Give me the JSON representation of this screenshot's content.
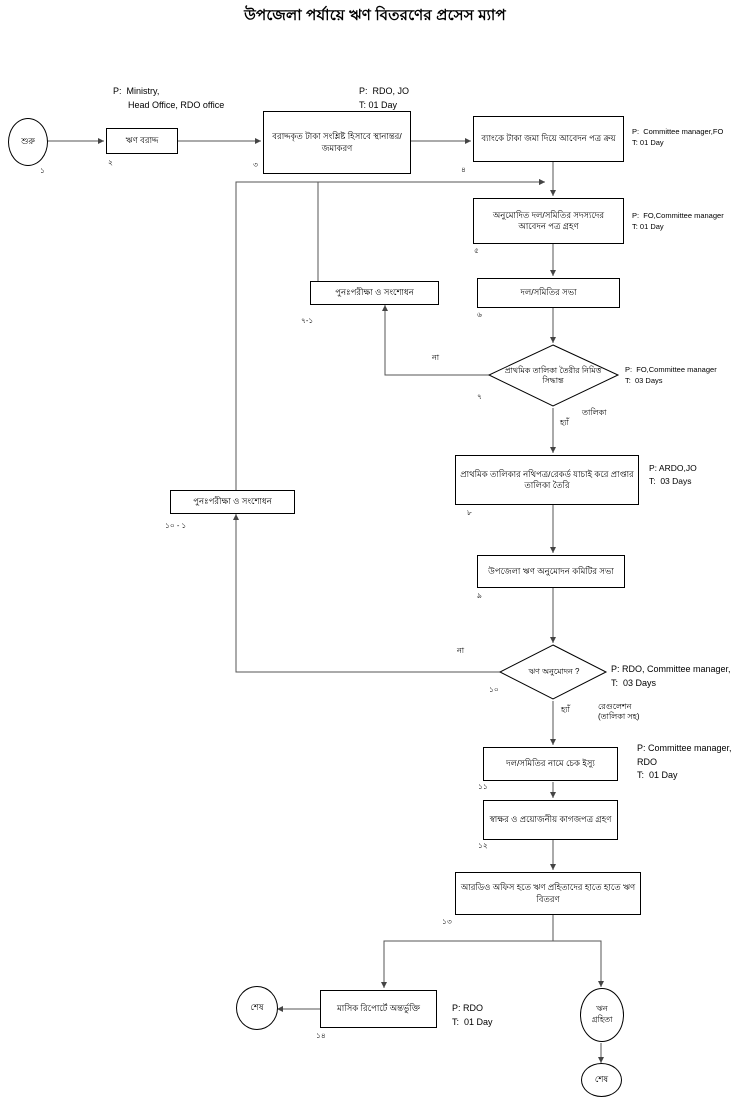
{
  "title": "উপজেলা পর্যায়ে ঋণ বিতরণের প্রসেস ম্যাপ",
  "nodes": {
    "start": {
      "label": "শুরু",
      "number": "১"
    },
    "n2": {
      "label": "ঋণ বরাদ্দ",
      "number": "২"
    },
    "n3": {
      "label": "বরাদ্দকৃত টাকা সংশ্লিষ্ট হিসাবে স্থানান্তর/জমাকরণ",
      "number": "৩"
    },
    "n4": {
      "label": "ব্যাংকে টাকা জমা দিয়ে আবেদন পত্র ক্রয়",
      "number": "৪"
    },
    "n5": {
      "label": "অনুমোদিত দল/সমিতির সদস্যদের আবেদন পত্র গ্রহণ",
      "number": "৫"
    },
    "n6": {
      "label": "দল/সমিতির সভা",
      "number": "৬"
    },
    "n7": {
      "label": "প্রাথমিক তালিকা তৈরীর নিমিত্ত সিদ্ধান্ত",
      "number": "৭"
    },
    "n7rework": {
      "label": "পুনঃপরীক্ষা ও সংশোধন",
      "number": "৭-১"
    },
    "n8": {
      "label": "প্রাথমিক তালিকার নথিপত্র/রেকর্ড যাচাই করে প্রাপ্তার তালিকা তৈরি",
      "number": "৮"
    },
    "n9": {
      "label": "উপজেলা ঋণ অনুমোদন কমিটির সভা",
      "number": "৯"
    },
    "n10": {
      "label": "ঋণ অনুমোদন ?",
      "number": "১০"
    },
    "n10rework": {
      "label": "পুনঃপরীক্ষা ও সংশোধন",
      "number": "১০ - ১"
    },
    "n11": {
      "label": "দল/সমিতির নামে চেক ইস্যু",
      "number": "১১"
    },
    "n12": {
      "label": "স্বাক্ষর ও প্রয়োজনীয় কাগজপত্র গ্রহণ",
      "number": "১২"
    },
    "n13": {
      "label": "আরডিও অফিস হতে ঋণ  প্রহিতাদের হাতে হাতে ঋণ  বিতরণ",
      "number": "১৩"
    },
    "n14": {
      "label": "মাসিক রিপোর্টে অন্তর্ভুক্তি",
      "number": "১৪"
    },
    "end_left": {
      "label": "শেষ"
    },
    "borrower": {
      "label": "ঋন\nগ্রহিতা"
    },
    "end_right": {
      "label": "শেষ"
    }
  },
  "annotations": {
    "a_ministry": "P:  Ministry,\n      Head Office, RDO office",
    "a_rdo_jo": "P:  RDO, JO\nT: 01 Day",
    "a_committee_fo": "P:  Committee manager,FO\nT: 01 Day",
    "a_fo_committee": "P:  FO,Committee manager\nT: 01 Day",
    "a_fo_committee_3d": "P:  FO,Committee manager\nT:  03 Days",
    "a_ardo_jo": "P: ARDO,JO\nT:  03 Days",
    "a_rdo_committee_3d": "P: RDO, Committee manager,\nT:  03 Days",
    "a_committee_rdo_1d": "P: Committee manager,\nRDO\nT:  01 Day",
    "a_rdo_1d": "P: RDO\nT:  01 Day"
  },
  "edge_labels": {
    "no_7": "না",
    "yes_7": "হ্যাঁ",
    "list_7": "তালিকা",
    "no_10": "না",
    "yes_10": "হ্যাঁ",
    "regulation_10": "রেগুলেশন\n(তালিকা সহ)"
  },
  "colors": {
    "stroke": "#000000",
    "background": "#ffffff",
    "text": "#000000"
  }
}
